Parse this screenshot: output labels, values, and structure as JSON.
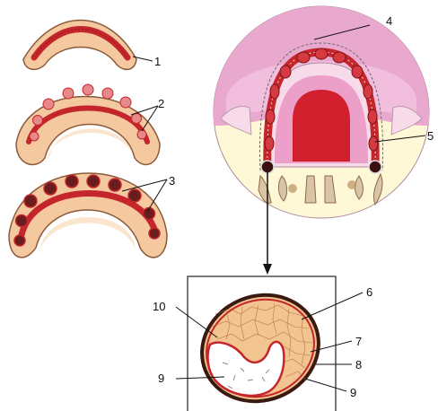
{
  "labels": {
    "l1": "1",
    "l2": "2",
    "l3": "3",
    "l4": "4",
    "l5": "5",
    "l6": "6",
    "l7": "7",
    "l8": "8",
    "l9a": "9",
    "l9b": "9",
    "l10": "10"
  },
  "colors": {
    "outline": "#8a5a3a",
    "tissue_fill": "#f4c9a0",
    "tissue_inner": "#fbe5cf",
    "inner_white": "#ffffff",
    "lamina": "#c4262c",
    "lamina_dark": "#8e1a1f",
    "bud_light": "#e7888a",
    "bud_dark": "#6a1d1d",
    "palate_pink": "#e9a9cf",
    "palate_pale": "#f7dbe9",
    "palate_red": "#d11f2d",
    "floor_yellow": "#fff8d6",
    "tooth_tan": "#d9c5a6",
    "cell_fill": "#f2c48f",
    "box_border": "#222222",
    "label_text": "#111111"
  }
}
